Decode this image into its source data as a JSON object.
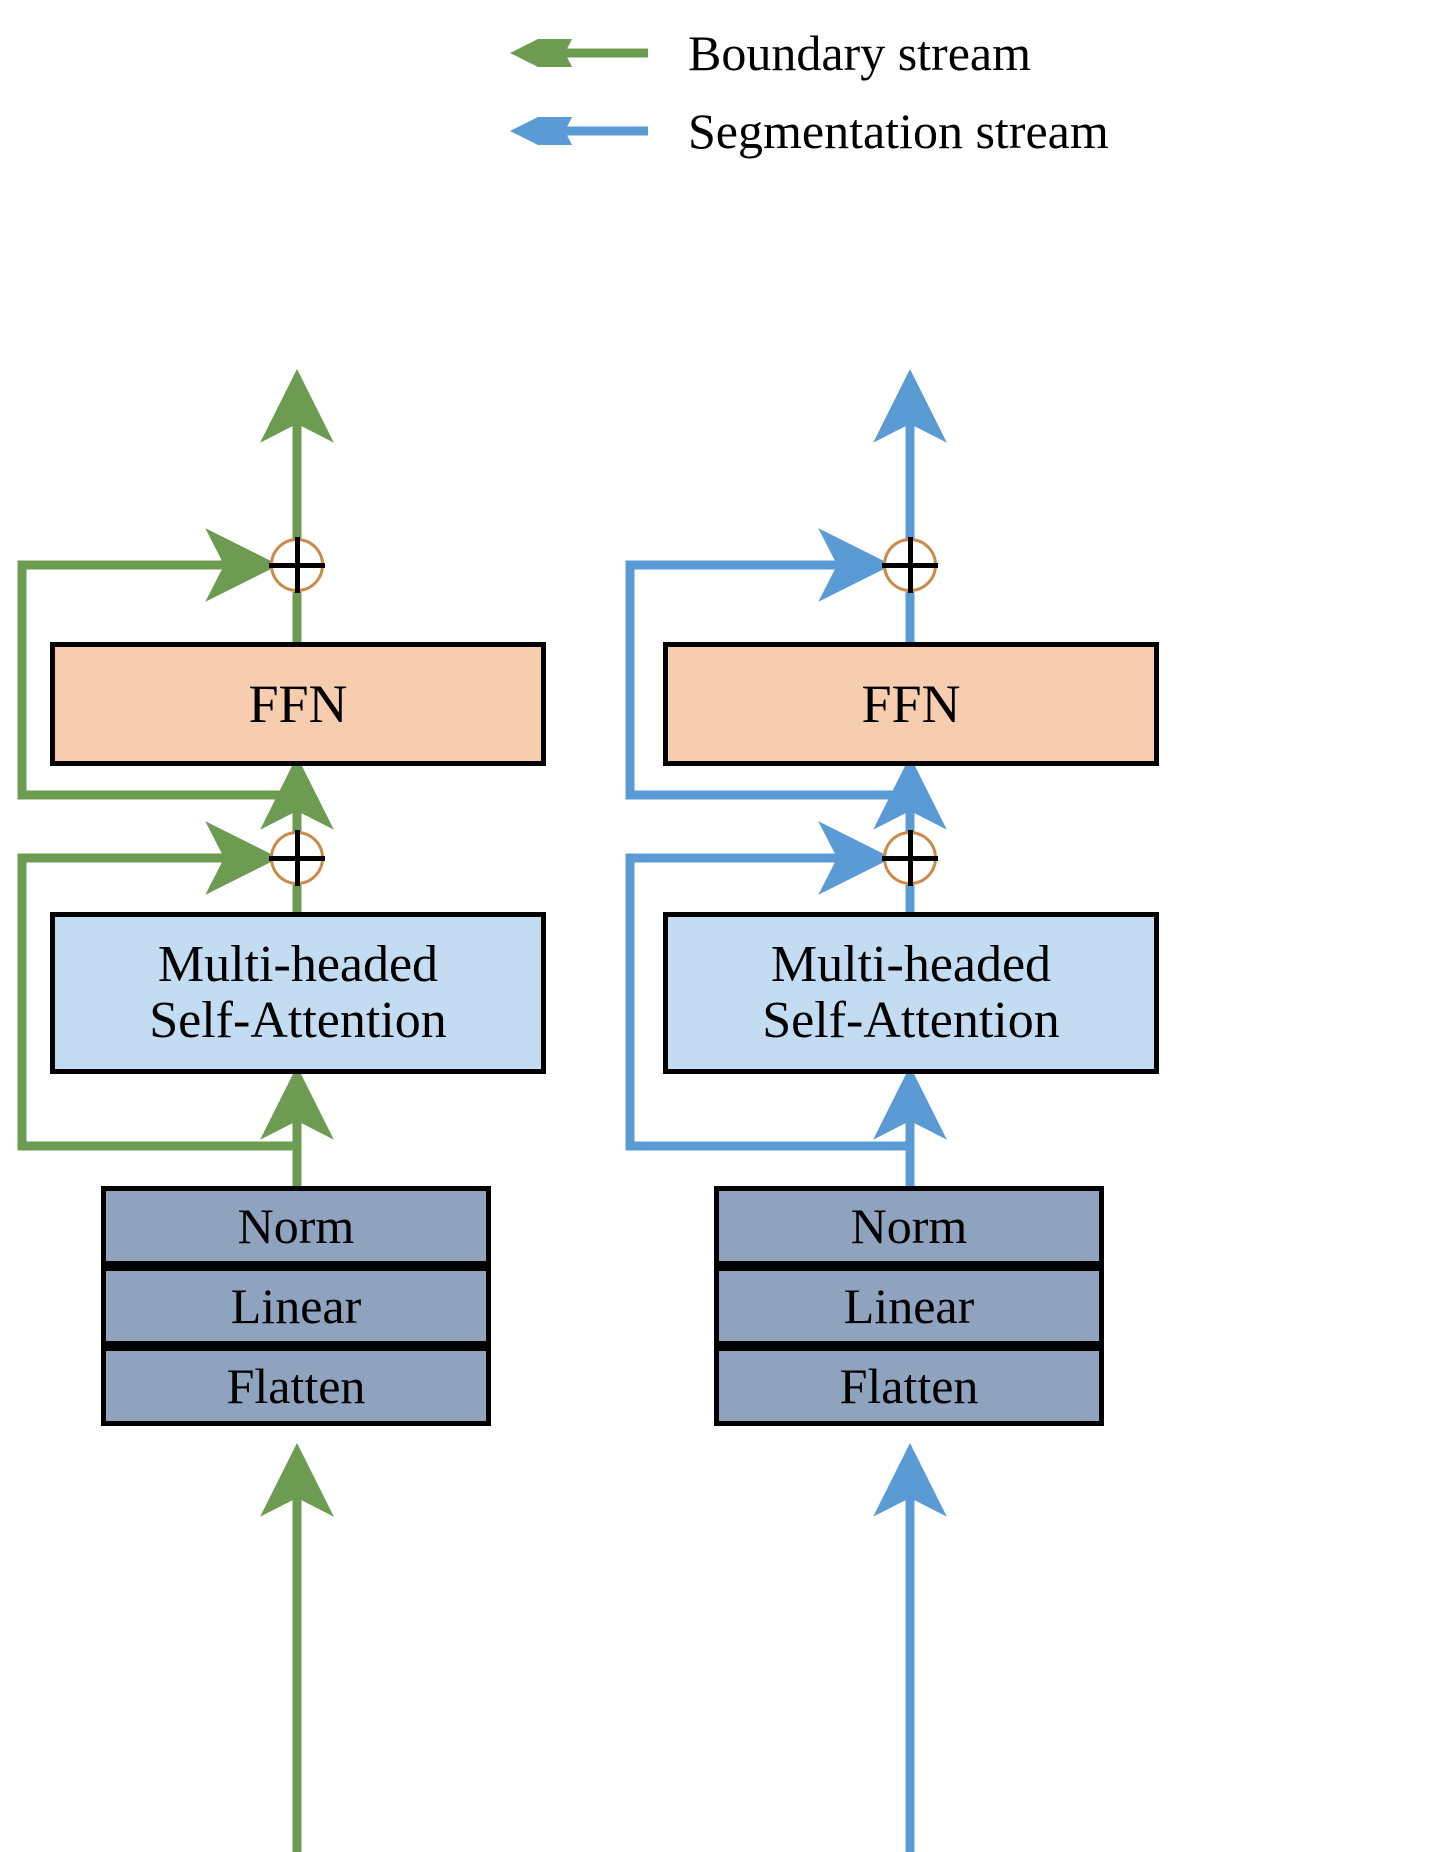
{
  "figure": {
    "title": "Dual-stream transformer encoder block diagram",
    "background": "#FFFFFF"
  },
  "colors": {
    "boundary_stream": "#6E9B52",
    "segmentation_stream": "#5B9BD5",
    "ffn_fill": "#F7CDAF",
    "mhsa_fill": "#C4DCF1",
    "stack_fill": "#8FA3BF",
    "outline": "#000000",
    "plus_ring": "#C98A4A"
  },
  "legend": {
    "items": [
      {
        "arrow_icon": "left-arrow-icon",
        "color": "#6E9B52",
        "label": "Boundary stream"
      },
      {
        "arrow_icon": "left-arrow-icon",
        "color": "#5B9BD5",
        "label": "Segmentation stream"
      }
    ]
  },
  "streams": [
    {
      "id": "boundary",
      "name": "Boundary stream",
      "color": "#6E9B52",
      "blocks": {
        "ffn": "FFN",
        "mhsa_line1": "Multi-headed",
        "mhsa_line2": "Self-Attention",
        "norm": "Norm",
        "linear": "Linear",
        "flatten": "Flatten"
      },
      "adders": [
        "⊕",
        "⊕"
      ]
    },
    {
      "id": "segmentation",
      "name": "Segmentation stream",
      "color": "#5B9BD5",
      "blocks": {
        "ffn": "FFN",
        "mhsa_line1": "Multi-headed",
        "mhsa_line2": "Self-Attention",
        "norm": "Norm",
        "linear": "Linear",
        "flatten": "Flatten"
      },
      "adders": [
        "⊕",
        "⊕"
      ]
    }
  ],
  "flow": {
    "description": "Input arrow enters Flatten, passes Linear then Norm, splits to a residual skip, goes into Multi-headed Self-Attention, merges at the first adder, continues into FFN, merges at the second adder, and exits upward."
  }
}
